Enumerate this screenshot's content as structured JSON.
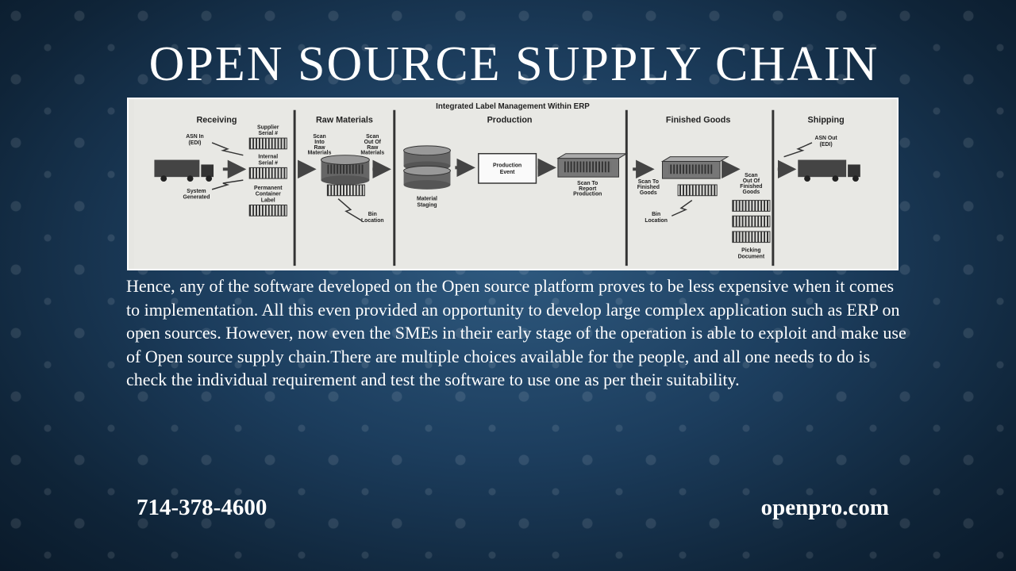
{
  "slide": {
    "title": "OPEN SOURCE SUPPLY CHAIN",
    "body": "Hence, any of the software developed on the Open source platform proves to be less expensive when it comes to implementation. All this even provided an opportunity to develop large complex application such as ERP on open sources. However, now even the SMEs in their early stage of the operation is able to exploit and make use of Open source supply chain.There are multiple choices available for the people, and all one needs to do is check the individual requirement and test the software to use one as per their suitability.",
    "phone": "714-378-4600",
    "website": "openpro.com"
  },
  "diagram": {
    "title": "Integrated Label Management Within ERP",
    "sections": {
      "receiving": "Receiving",
      "raw_materials": "Raw Materials",
      "production": "Production",
      "finished_goods": "Finished Goods",
      "shipping": "Shipping"
    },
    "labels": {
      "asn_in_1": "ASN In",
      "asn_in_2": "(EDI)",
      "supplier_1": "Supplier",
      "supplier_2": "Serial #",
      "internal_1": "Internal",
      "internal_2": "Serial #",
      "system_1": "System",
      "system_2": "Generated",
      "permanent_1": "Permanent",
      "permanent_2": "Container",
      "permanent_3": "Label",
      "scan_into_1": "Scan",
      "scan_into_2": "Into",
      "scan_into_3": "Raw",
      "scan_into_4": "Materials",
      "scan_out_1": "Scan",
      "scan_out_2": "Out Of",
      "scan_out_3": "Raw",
      "scan_out_4": "Materials",
      "bin_1": "Bin",
      "bin_2": "Location",
      "staging_1": "Material",
      "staging_2": "Staging",
      "event_1": "Production",
      "event_2": "Event",
      "report_1": "Scan To",
      "report_2": "Report",
      "report_3": "Production",
      "finished_1": "Scan To",
      "finished_2": "Finished",
      "finished_3": "Goods",
      "bin2_1": "Bin",
      "bin2_2": "Location",
      "scanout_fg_1": "Scan",
      "scanout_fg_2": "Out Of",
      "scanout_fg_3": "Finished",
      "scanout_fg_4": "Goods",
      "picking_1": "Picking",
      "picking_2": "Document",
      "asn_out_1": "ASN Out",
      "asn_out_2": "(EDI)"
    }
  }
}
